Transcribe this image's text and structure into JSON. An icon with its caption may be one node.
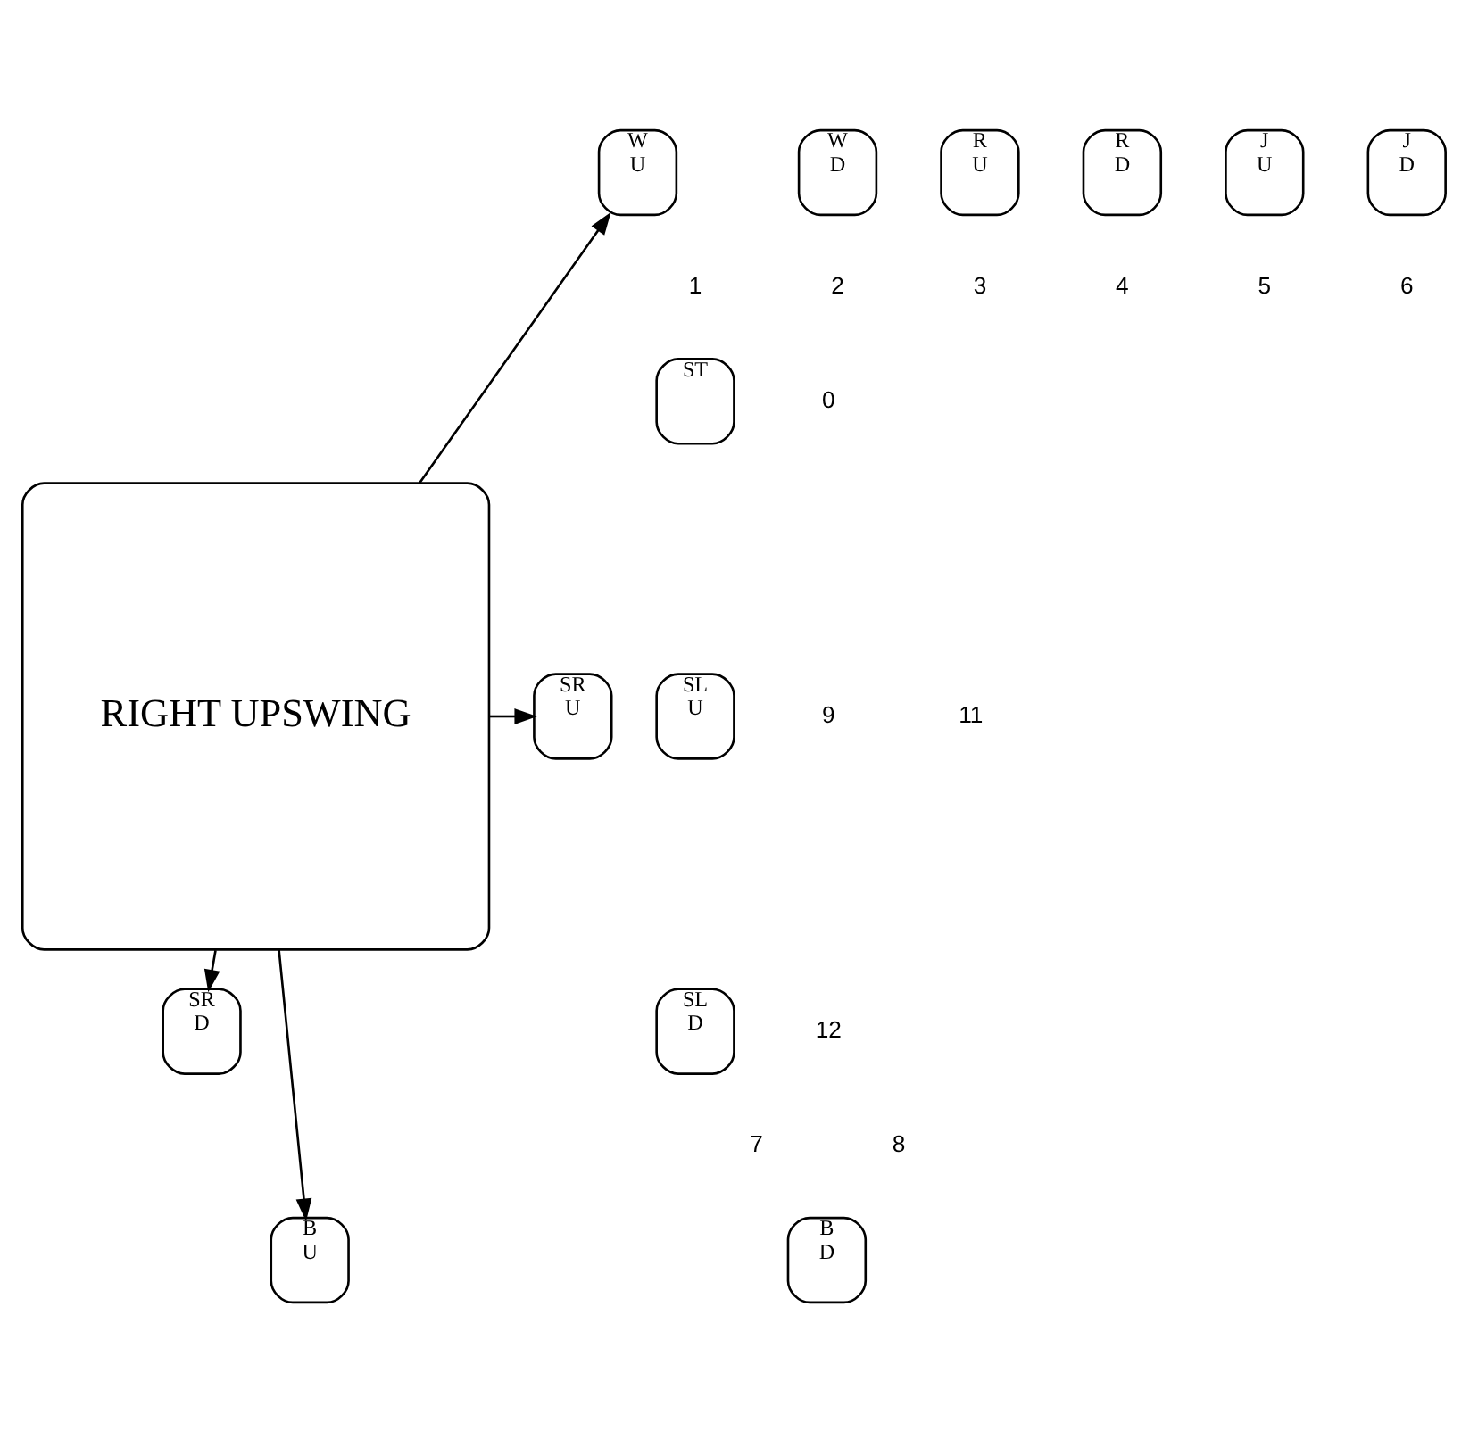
{
  "diagram": {
    "nodes": [
      {
        "text": [
          "W U"
        ]
      },
      {
        "text": [
          "W D"
        ]
      },
      {
        "text": [
          "R U"
        ]
      },
      {
        "text": [
          "R D"
        ]
      },
      {
        "text": [
          "J U"
        ]
      },
      {
        "text": [
          "J D"
        ]
      },
      {
        "text": [
          "ST"
        ]
      },
      {
        "text": [
          "SL U"
        ]
      },
      {
        "text": [
          "SL D"
        ]
      },
      {
        "text": [
          "RIGHT UPSWING"
        ]
      },
      {
        "text": [
          "SR U"
        ]
      },
      {
        "text": [
          "SR D"
        ]
      },
      {
        "text": [
          "B U"
        ]
      },
      {
        "text": [
          "B D"
        ]
      }
    ],
    "edges": [
      {
        "from": 9,
        "to": 0,
        "arrow": "to"
      },
      {
        "from": 9,
        "to": 10,
        "arrow": "to"
      },
      {
        "from": 9,
        "to": 11,
        "arrow": "to"
      },
      {
        "from": 9,
        "to": 12,
        "arrow": "to"
      }
    ],
    "labels": [
      "1",
      "2",
      "3",
      "4",
      "5",
      "6",
      "0",
      "9",
      "11",
      "12",
      "7",
      "8"
    ]
  }
}
